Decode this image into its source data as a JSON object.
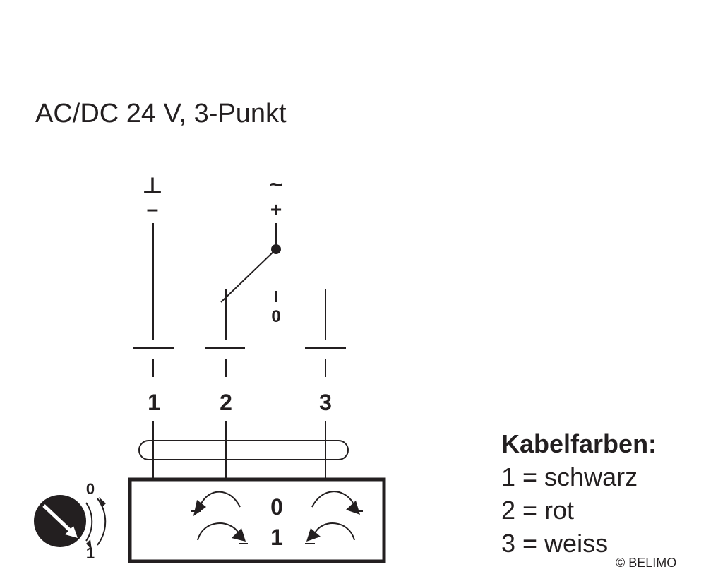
{
  "title": "AC/DC 24 V, 3-Punkt",
  "supply": {
    "ground_symbol": "⊥",
    "minus": "–",
    "ac_symbol": "~",
    "plus": "+",
    "switch_position": "0"
  },
  "terminals": [
    "1",
    "2",
    "3"
  ],
  "actuator": {
    "position_0": "0",
    "position_1": "1"
  },
  "rotation_switch": {
    "label_0": "0",
    "label_1": "1"
  },
  "legend": {
    "title": "Kabelfarben:",
    "items": [
      "1 = schwarz",
      "2 = rot",
      "3 = weiss"
    ]
  },
  "copyright": "© BELIMO",
  "colors": {
    "ink": "#231f20",
    "background": "#ffffff"
  }
}
